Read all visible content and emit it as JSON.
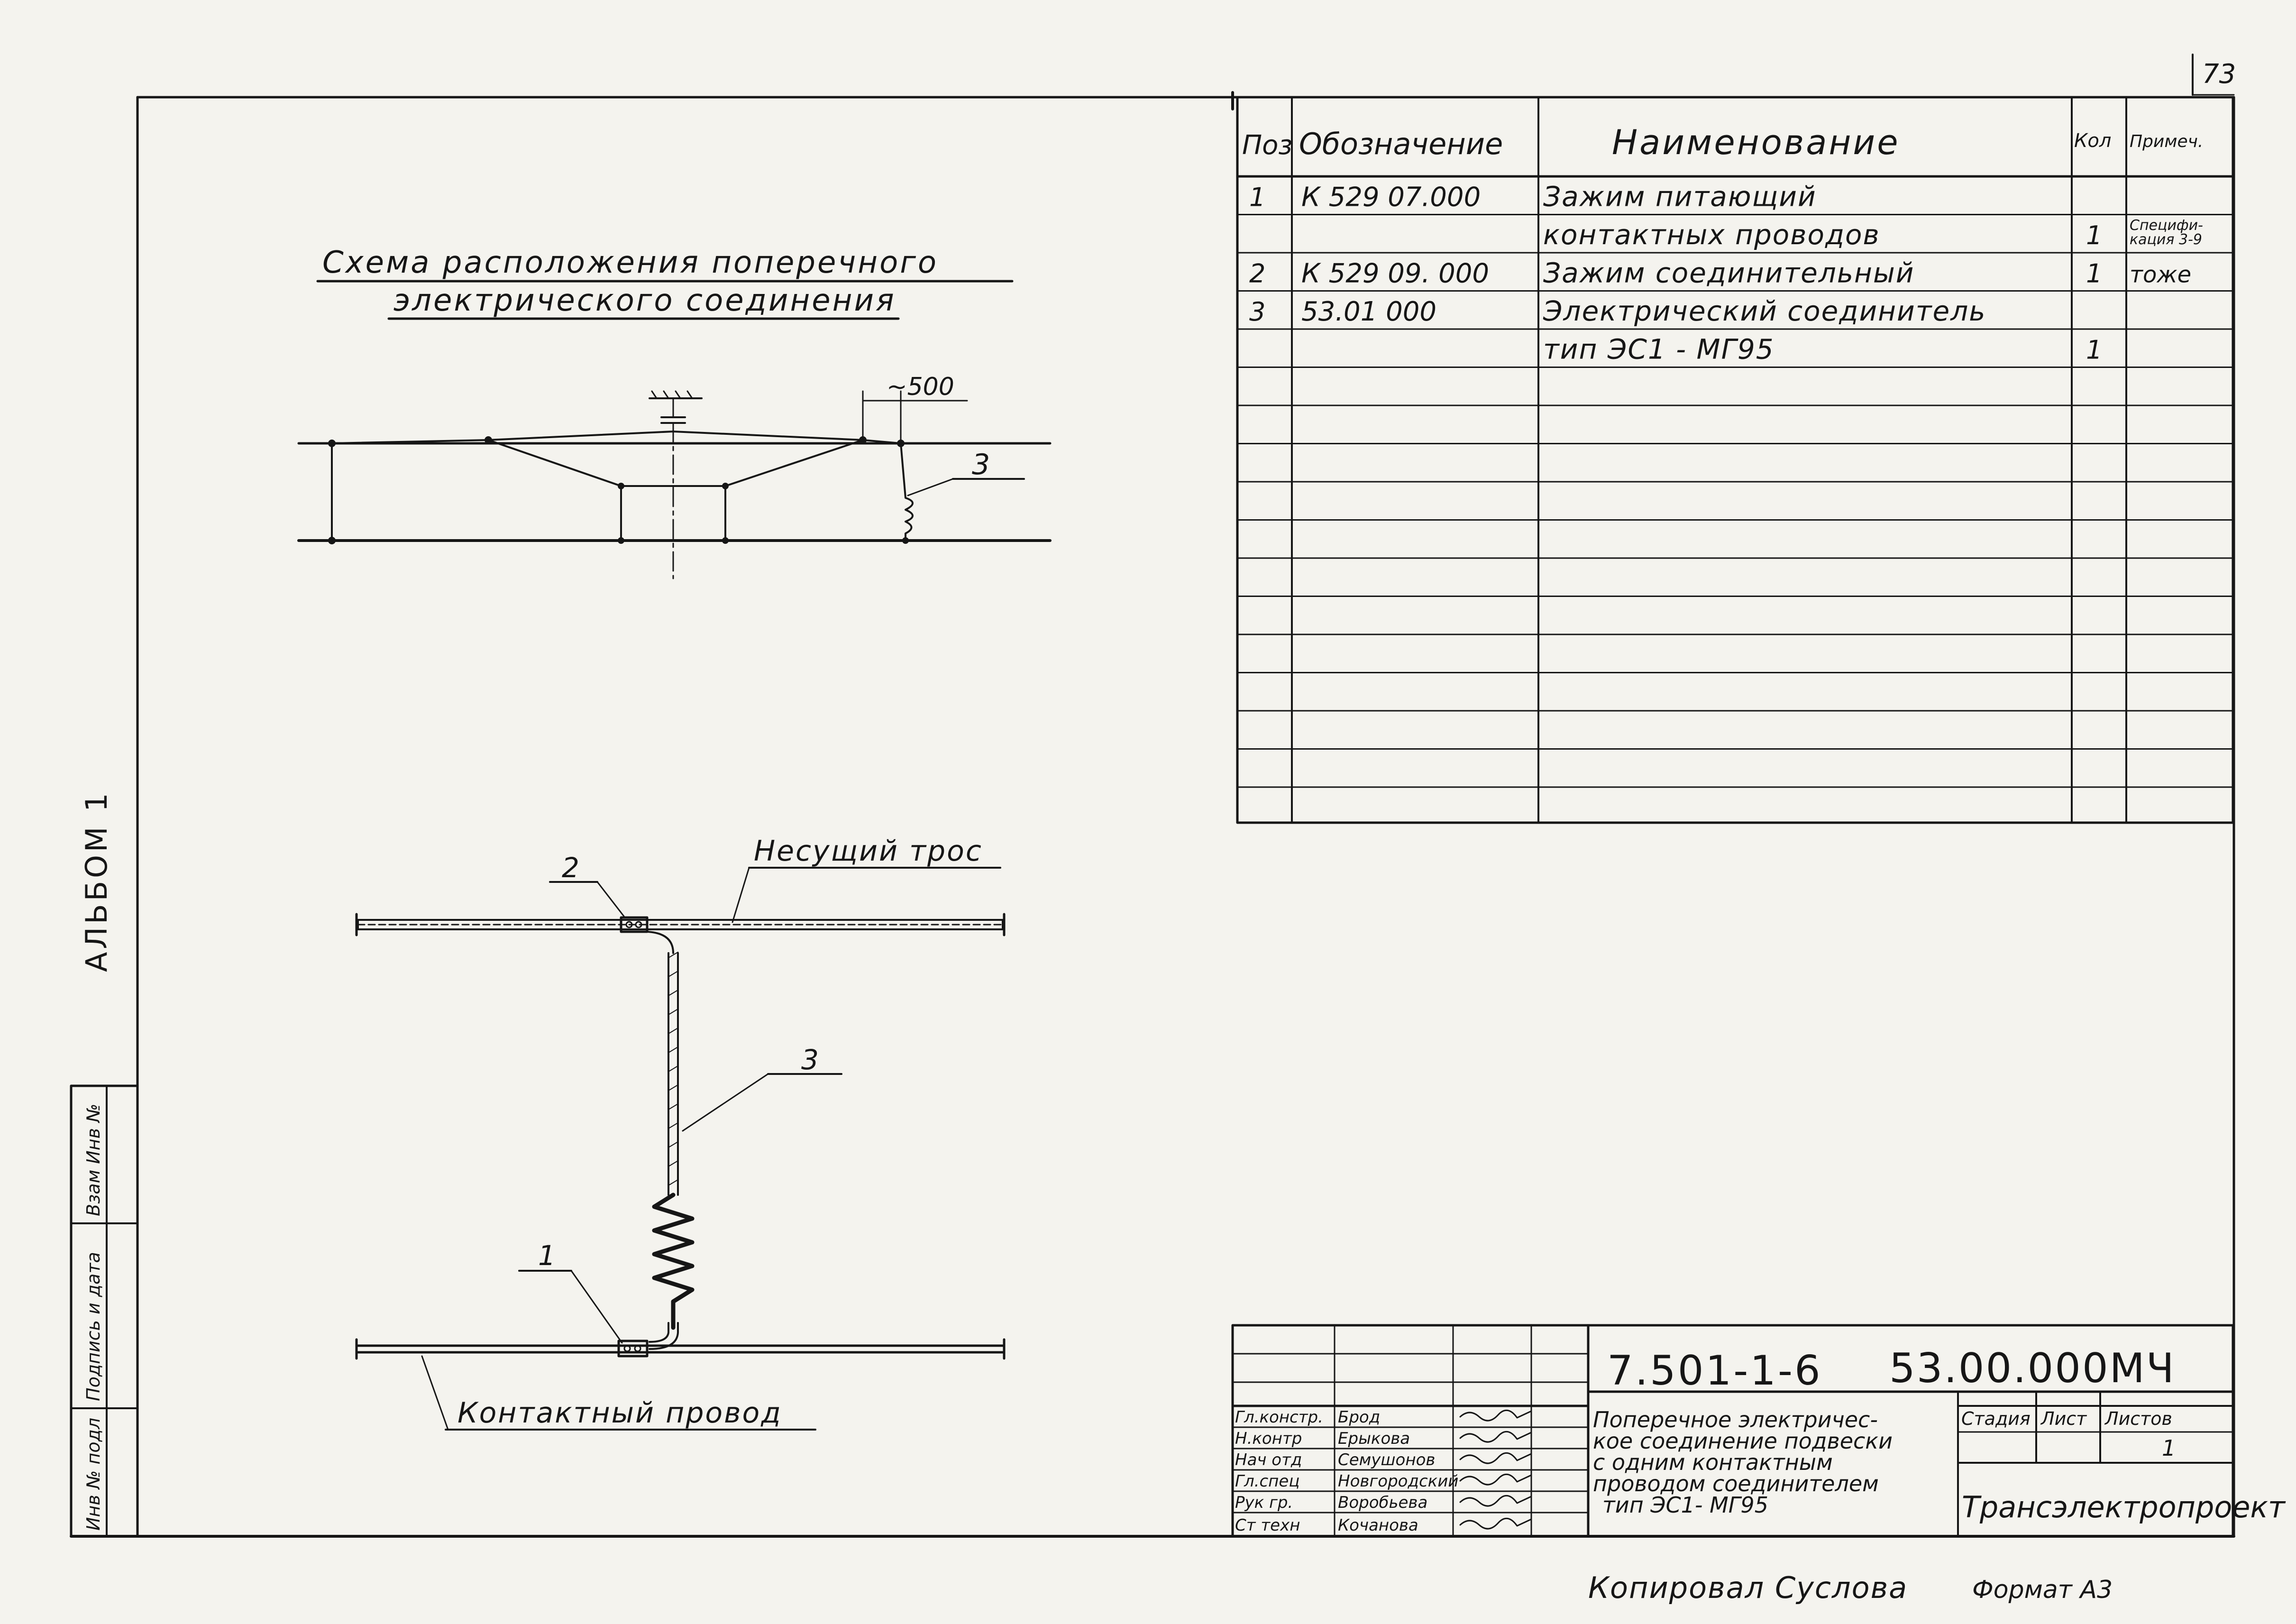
{
  "page_number": "73",
  "album": "АЛЬБОМ 1",
  "left_stamp": [
    "Инв № подл",
    "Подпись и дата",
    "Взам Инв №"
  ],
  "scheme": {
    "title_line1": "Схема расположения поперечного",
    "title_line2": "электрического соединения",
    "dim_label": "~500",
    "pos_label": "3"
  },
  "detail": {
    "carrier_label": "Несущий трос",
    "contact_label": "Контактный провод",
    "pos_1": "1",
    "pos_2": "2",
    "pos_3": "3"
  },
  "spec_table": {
    "headers": [
      "Поз",
      "Обозначение",
      "Наименование",
      "Кол",
      "Примеч."
    ],
    "rows": [
      [
        "1",
        "К 529 07.000",
        "Зажим питающий",
        "",
        ""
      ],
      [
        "",
        "",
        "контактных проводов",
        "1",
        "Специфи-\nкация 3-9"
      ],
      [
        "2",
        "К 529 09. 000",
        "Зажим соединительный",
        "1",
        "тоже"
      ],
      [
        "3",
        "53.01 000",
        "Электрический соединитель",
        "",
        ""
      ],
      [
        "",
        "",
        "тип ЭС1 - МГ95",
        "1",
        ""
      ],
      [
        "",
        "",
        "",
        "",
        ""
      ],
      [
        "",
        "",
        "",
        "",
        ""
      ],
      [
        "",
        "",
        "",
        "",
        ""
      ],
      [
        "",
        "",
        "",
        "",
        ""
      ],
      [
        "",
        "",
        "",
        "",
        ""
      ],
      [
        "",
        "",
        "",
        "",
        ""
      ],
      [
        "",
        "",
        "",
        "",
        ""
      ],
      [
        "",
        "",
        "",
        "",
        ""
      ],
      [
        "",
        "",
        "",
        "",
        ""
      ],
      [
        "",
        "",
        "",
        "",
        ""
      ],
      [
        "",
        "",
        "",
        "",
        ""
      ],
      [
        "",
        "",
        "",
        "",
        ""
      ]
    ]
  },
  "title_block": {
    "doc_number": "7.501-1-6",
    "doc_code": "53.00.000МЧ",
    "description": [
      "Поперечное электричес-",
      "кое соединение подвески",
      "с одним контактным",
      "проводом соединителем",
      "тип ЭС1- МГ95"
    ],
    "stage_header": "Стадия",
    "sheet_header": "Лист",
    "sheets_header": "Листов",
    "sheets_value": "1",
    "organization": "Трансэлектропроект",
    "staff": [
      {
        "role": "Гл.констр.",
        "name": "Брод"
      },
      {
        "role": "Н.контр",
        "name": "Ерыкова"
      },
      {
        "role": "Нач отд",
        "name": "Семушонов"
      },
      {
        "role": "Гл.спец",
        "name": "Новгородский"
      },
      {
        "role": "Рук гр.",
        "name": "Воробьева"
      },
      {
        "role": "Ст техн",
        "name": "Кочанова"
      }
    ]
  },
  "footer": {
    "copied": "Копировал Суслова",
    "format": "Формат А3"
  }
}
